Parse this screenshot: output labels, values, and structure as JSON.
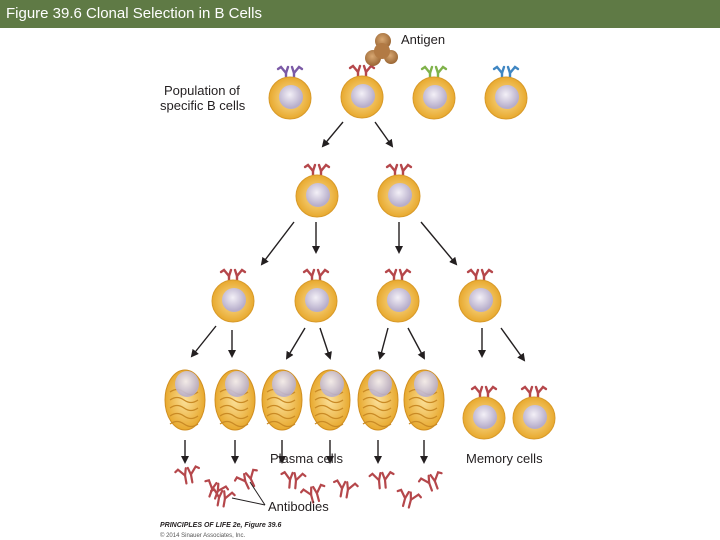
{
  "header": {
    "title": "Figure 39.6  Clonal Selection in B Cells"
  },
  "labels": {
    "antigen": "Antigen",
    "population_line1": "Population of",
    "population_line2": "specific B cells",
    "plasma_cells": "Plasma cells",
    "memory_cells": "Memory cells",
    "antibodies": "Antibodies"
  },
  "credit": {
    "line1": "PRINCIPLES OF LIFE 2e, Figure 39.6",
    "line2": "© 2014 Sinauer Associates, Inc."
  },
  "colors": {
    "title_bar": "#5f7a45",
    "cell_body": "#f2c04d",
    "nucleus": "#c9c2d8",
    "receptor_selected": "#b5474b",
    "receptor_purple": "#7b5aa6",
    "receptor_green": "#7fb24a",
    "receptor_blue": "#3f86c2",
    "antigen": "#b9844f"
  }
}
